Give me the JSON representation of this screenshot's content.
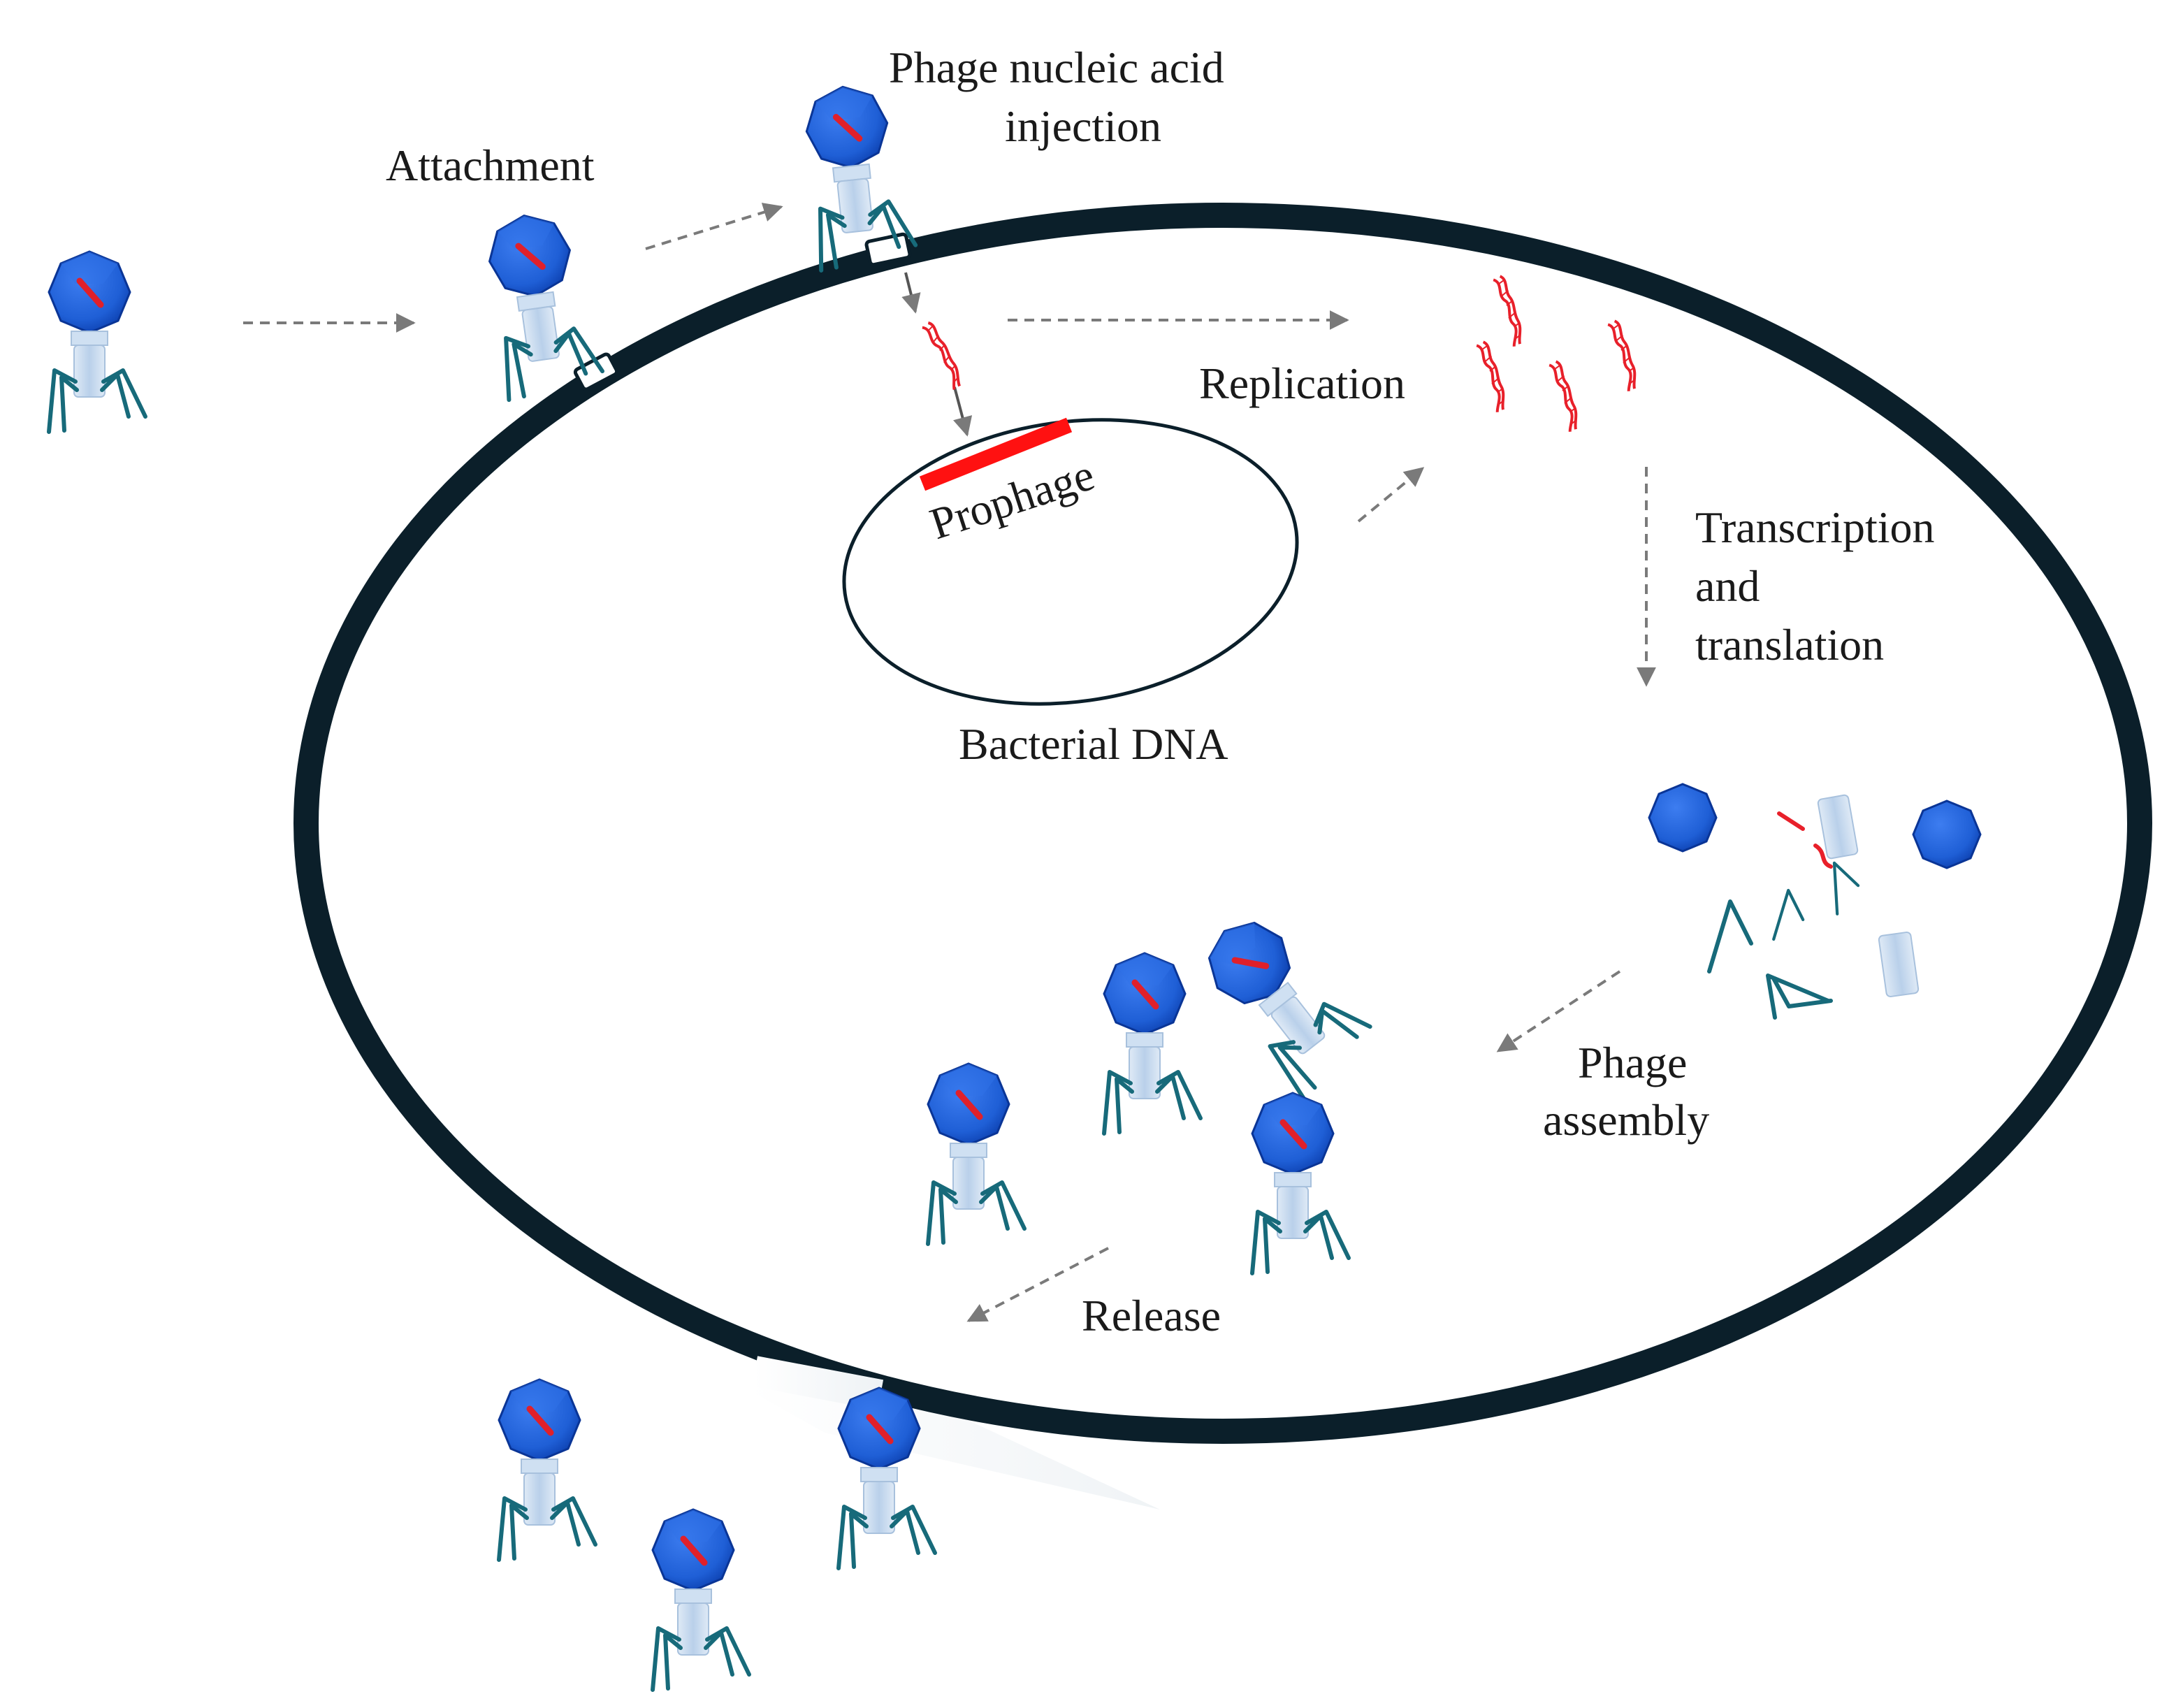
{
  "labels": {
    "attachment": "Attachment",
    "injection_line1": "Phage nucleic acid",
    "injection_line2": "injection",
    "replication": "Replication",
    "prophage": "Prophage",
    "bacterial_dna": "Bacterial DNA",
    "transcription_line1": "Transcription",
    "transcription_line2": "and",
    "transcription_line3": "translation",
    "assembly_line1": "Phage",
    "assembly_line2": "assembly",
    "release": "Release"
  },
  "colors": {
    "cell_wall": "#0b1f2a",
    "capsid": "#1f5fd6",
    "capsid_dark": "#0c3fae",
    "tail_sheath": "#c9dcef",
    "tail_fiber": "#176a7a",
    "dna": "#e8202a",
    "prophage": "#ff1111",
    "arrow": "#7a7a7a"
  }
}
